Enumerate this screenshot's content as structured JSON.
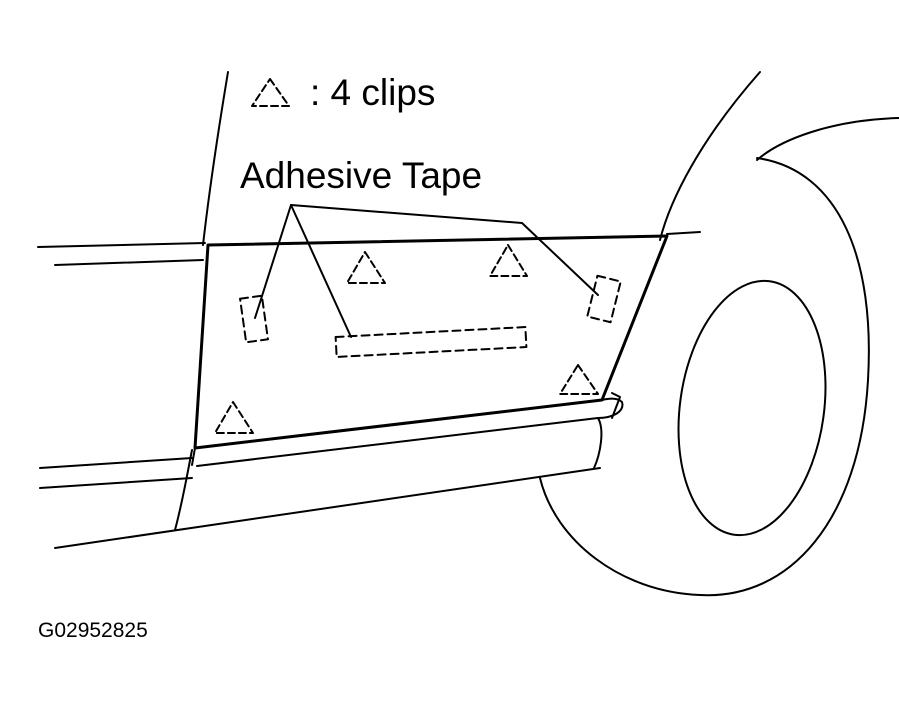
{
  "legend": {
    "symbol": "triangle-clip-icon",
    "text": ": 4 clips"
  },
  "callout": {
    "label": "Adhesive Tape"
  },
  "figure_id": "G02952825",
  "line_color": "#000000",
  "background": "#ffffff"
}
